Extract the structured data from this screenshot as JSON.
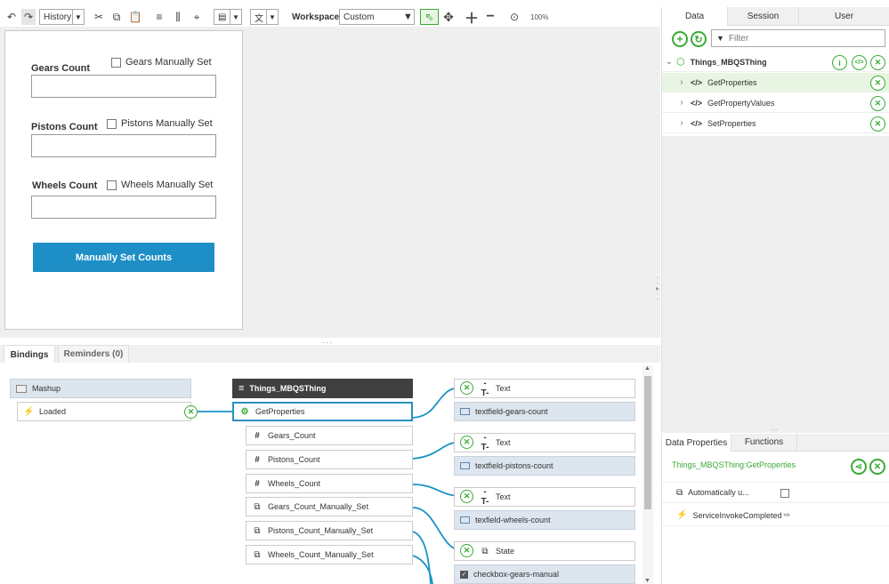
{
  "toolbar": {
    "history_label": "History",
    "workspace_label": "Workspace",
    "workspace_value": "Custom",
    "zoom_level": "100%"
  },
  "mashup_form": {
    "gears_label": "Gears Count",
    "gears_check": "Gears Manually Set",
    "pistons_label": "Pistons Count",
    "pistons_check": "Pistons Manually Set",
    "wheels_label": "Wheels Count",
    "wheels_check": "Wheels Manually Set",
    "button_label": "Manually Set Counts"
  },
  "bottom_tabs": [
    "Bindings",
    "Reminders (0)"
  ],
  "bindings": {
    "mashup": "Mashup",
    "loaded": "Loaded",
    "thing": "Things_MBQSThing",
    "service": "GetProperties",
    "outputs": [
      "Gears_Count",
      "Pistons_Count",
      "Wheels_Count",
      "Gears_Count_Manually_Set",
      "Pistons_Count_Manually_Set",
      "Wheels_Count_Manually_Set"
    ],
    "targets": [
      {
        "prop": "Text",
        "widget": "textfield-gears-count"
      },
      {
        "prop": "Text",
        "widget": "textfield-pistons-count"
      },
      {
        "prop": "Text",
        "widget": "texfield-wheels-count"
      },
      {
        "prop": "State",
        "widget": "checkbox-gears-manual"
      }
    ]
  },
  "right_tabs": [
    "Data",
    "Session",
    "User"
  ],
  "filter_placeholder": "Filter",
  "data_tree": {
    "thing": "Things_MBQSThing",
    "services": [
      "GetProperties",
      "GetPropertyValues",
      "SetProperties"
    ]
  },
  "dp_tabs": [
    "Data Properties",
    "Functions"
  ],
  "data_properties": {
    "title": "Things_MBQSThing:GetProperties",
    "rows": [
      "Automatically u...",
      "ServiceInvokeCompleted"
    ]
  },
  "colors": {
    "accent_green": "#3aaa35",
    "button_blue": "#1e8fc6",
    "link_blue": "#2a8fbd"
  }
}
